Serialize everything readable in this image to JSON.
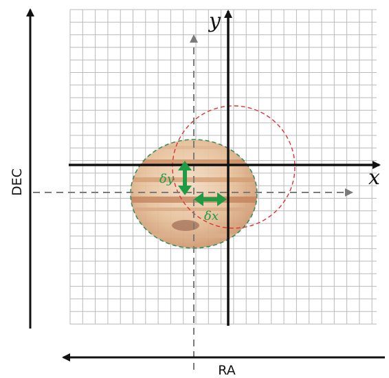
{
  "labels": {
    "dec": "DEC",
    "ra": "RA",
    "x_axis": "x",
    "y_axis": "y",
    "delta_x": "δx",
    "delta_y": "δy"
  },
  "colors": {
    "grid": "#b9b9b9",
    "axis": "#111111",
    "dashed_axis": "#7a7a7a",
    "offset_arrow": "#1f9a45",
    "target_circle": "#e03030",
    "planet_outline": "#2e8b57"
  }
}
